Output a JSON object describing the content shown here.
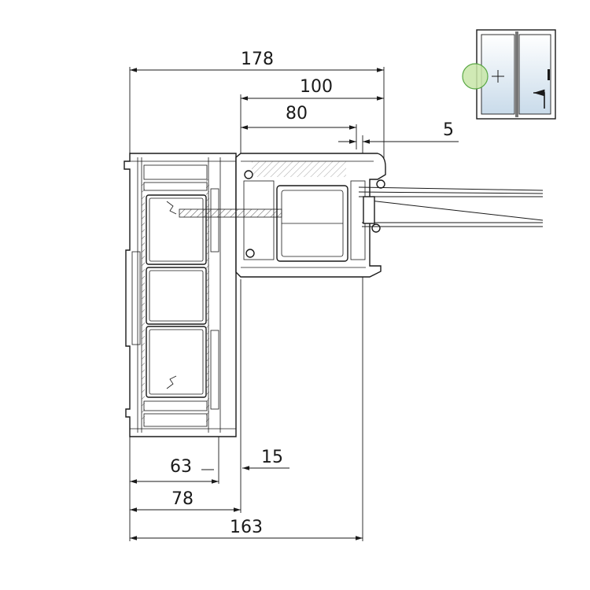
{
  "dimensions": {
    "top_overall": "178",
    "top_sash": "100",
    "top_inner": "80",
    "top_small": "5",
    "bottom_63": "63",
    "bottom_15": "15",
    "bottom_78": "78",
    "bottom_163": "163"
  },
  "colors": {
    "line": "#1a1a1a",
    "glass": "#c9dbea",
    "marker": "#c8e6a8",
    "marker_stroke": "#5aa845"
  },
  "icons": {
    "thumbnail": "sliding-window-thumbnail",
    "marker": "section-marker-circle",
    "arrow": "sliding-direction-arrow-icon"
  }
}
